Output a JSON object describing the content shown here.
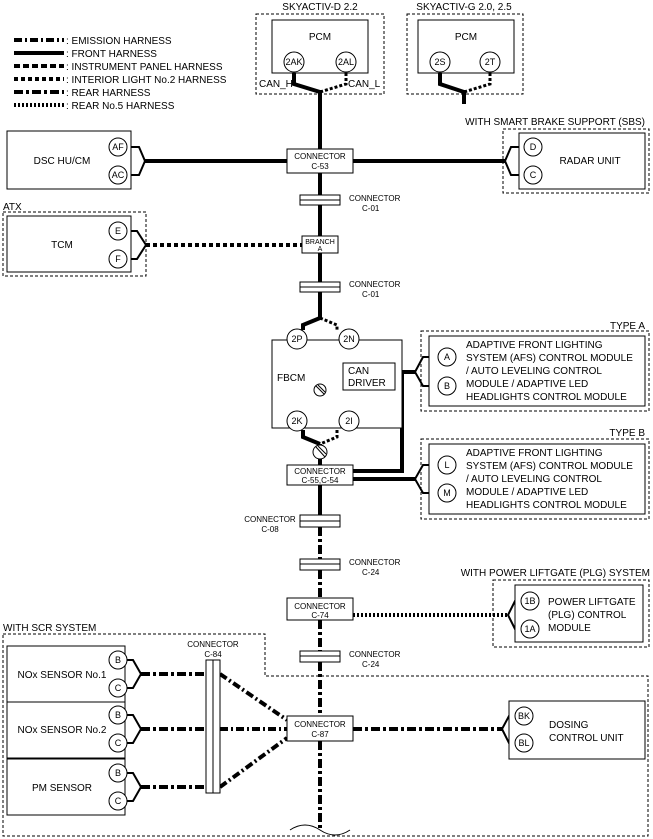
{
  "legend": [
    {
      "label": ": EMISSION HARNESS",
      "style": "emis"
    },
    {
      "label": ": FRONT HARNESS",
      "style": "front"
    },
    {
      "label": ": INSTRUMENT PANEL HARNESS",
      "style": "inst"
    },
    {
      "label": ": INTERIOR LIGHT No.2 HARNESS",
      "style": "il2"
    },
    {
      "label": ": REAR HARNESS",
      "style": "rear"
    },
    {
      "label": ": REAR No.5 HARNESS",
      "style": "rear5"
    }
  ],
  "pcm_d": {
    "group": "SKYACTIV-D 2.2",
    "name": "PCM",
    "pin1": "2AK",
    "pin2": "2AL",
    "can_h": "CAN_H",
    "can_l": "CAN_L"
  },
  "pcm_g": {
    "group": "SKYACTIV-G 2.0, 2.5",
    "name": "PCM",
    "pin1": "2S",
    "pin2": "2T"
  },
  "sbs_label": "WITH SMART BRAKE SUPPORT (SBS)",
  "dsc": {
    "name": "DSC HU/CM",
    "pin1": "AF",
    "pin2": "AC"
  },
  "radar": {
    "name": "RADAR UNIT",
    "pin1": "D",
    "pin2": "C"
  },
  "atx": {
    "group": "ATX",
    "name": "TCM",
    "pin1": "E",
    "pin2": "F"
  },
  "connectors": {
    "c53": {
      "l1": "CONNECTOR",
      "l2": "C-53"
    },
    "c01a": {
      "l1": "CONNECTOR",
      "l2": "C-01"
    },
    "branch": {
      "l1": "BRANCH",
      "l2": "A"
    },
    "c01b": {
      "l1": "CONNECTOR",
      "l2": "C-01"
    },
    "c55": {
      "l1": "CONNECTOR",
      "l2": "C-55,C-54"
    },
    "c08": {
      "l1": "CONNECTOR",
      "l2": "C-08"
    },
    "c24a": {
      "l1": "CONNECTOR",
      "l2": "C-24"
    },
    "c74": {
      "l1": "CONNECTOR",
      "l2": "C-74"
    },
    "c24b": {
      "l1": "CONNECTOR",
      "l2": "C-24"
    },
    "c84": {
      "l1": "CONNECTOR",
      "l2": "C-84"
    },
    "c87": {
      "l1": "CONNECTOR",
      "l2": "C-87"
    }
  },
  "fbcm": {
    "name": "FBCM",
    "pin1": "2P",
    "pin2": "2N",
    "pin3": "2K",
    "pin4": "2I",
    "can_driver_1": "CAN",
    "can_driver_2": "DRIVER"
  },
  "type_a": {
    "label": "TYPE A",
    "l1": "ADAPTIVE FRONT LIGHTING",
    "l2": "SYSTEM (AFS) CONTROL MODULE",
    "l3": "/ AUTO LEVELING CONTROL",
    "l4": "MODULE / ADAPTIVE LED",
    "l5": "HEADLIGHTS CONTROL MODULE",
    "pin1": "A",
    "pin2": "B"
  },
  "type_b": {
    "label": "TYPE B",
    "l1": "ADAPTIVE FRONT LIGHTING",
    "l2": "SYSTEM (AFS) CONTROL MODULE",
    "l3": "/ AUTO LEVELING CONTROL",
    "l4": "MODULE / ADAPTIVE LED",
    "l5": "HEADLIGHTS CONTROL MODULE",
    "pin1": "L",
    "pin2": "M"
  },
  "plg": {
    "group": "WITH POWER LIFTGATE (PLG) SYSTEM",
    "l1": "POWER LIFTGATE",
    "l2": "(PLG) CONTROL",
    "l3": "MODULE",
    "pin1": "1B",
    "pin2": "1A"
  },
  "scr": {
    "group": "WITH SCR SYSTEM"
  },
  "nox1": {
    "name": "NOx SENSOR No.1",
    "pin1": "B",
    "pin2": "C"
  },
  "nox2": {
    "name": "NOx SENSOR No.2",
    "pin1": "B",
    "pin2": "C"
  },
  "pm": {
    "name": "PM SENSOR",
    "pin1": "B",
    "pin2": "C"
  },
  "dosing": {
    "l1": "DOSING",
    "l2": "CONTROL UNIT",
    "pin1": "BK",
    "pin2": "BL"
  }
}
